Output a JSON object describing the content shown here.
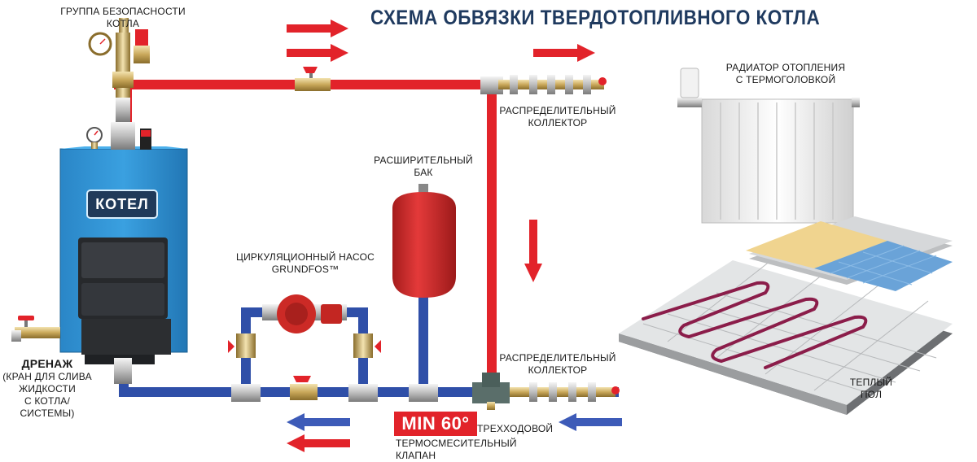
{
  "title": "СХЕМА ОБВЯЗКИ ТВЕРДОТОПЛИВНОГО КОТЛА",
  "labels": {
    "safety_group": "ГРУППА БЕЗОПАСНОСТИ КОТЛА",
    "boiler": "КОТЕЛ",
    "radiator_line1": "РАДИАТОР ОТОПЛЕНИЯ",
    "radiator_line2": "С ТЕРМОГОЛОВКОЙ",
    "collector_top_line1": "РАСПРЕДЕЛИТЕЛЬНЫЙ",
    "collector_top_line2": "КОЛЛЕКТОР",
    "expansion_tank_line1": "РАСШИРИТЕЛЬНЫЙ",
    "expansion_tank_line2": "БАК",
    "pump_line1": "ЦИРКУЛЯЦИОННЫЙ НАСОС",
    "pump_line2": "GRUNDFOS™",
    "collector_bottom_line1": "РАСПРЕДЕЛИТЕЛЬНЫЙ",
    "collector_bottom_line2": "КОЛЛЕКТОР",
    "drain_line1": "ДРЕНАЖ",
    "drain_line2": "(КРАН ДЛЯ СЛИВА",
    "drain_line3": "ЖИДКОСТИ",
    "drain_line4": "С КОТЛА/СИСТЕМЫ)",
    "floor_line1": "ТЕПЛЫЙ",
    "floor_line2": "ПОЛ",
    "min_temp": "MIN 60°",
    "valve_line1": "ТРЕХХОДОВОЙ",
    "valve_line2": "ТЕРМОСМЕСИТЕЛЬНЫЙ КЛАПАН"
  },
  "colors": {
    "hot_pipe": "#e2232a",
    "cold_pipe": "#2f4fa8",
    "boiler_body": "#2f8fd0",
    "title": "#1f3a5f",
    "tank": "#d42a2a"
  }
}
